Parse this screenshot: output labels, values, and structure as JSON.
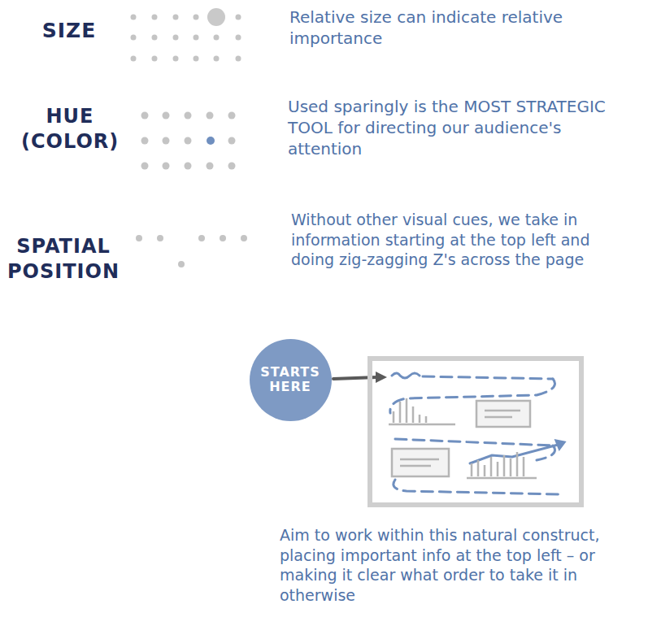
{
  "diagram": {
    "nodes": [
      {
        "text": [
          "STARTS HERE"
        ]
      }
    ],
    "labels": [
      "SIZE",
      "Relative size can indicate relative importance",
      "HUE (COLOR)",
      "Used sparingly is the MOST STRATEGIC TOOL for directing our audience's attention",
      "SPATIAL POSITION",
      "Without other visual cues, we take in information starting at the top left and doing zig-zagging Z's across the page",
      "Aim to work within this natural construct, placing important info at the top left – or making it clear what order to take it in otherwise"
    ]
  }
}
